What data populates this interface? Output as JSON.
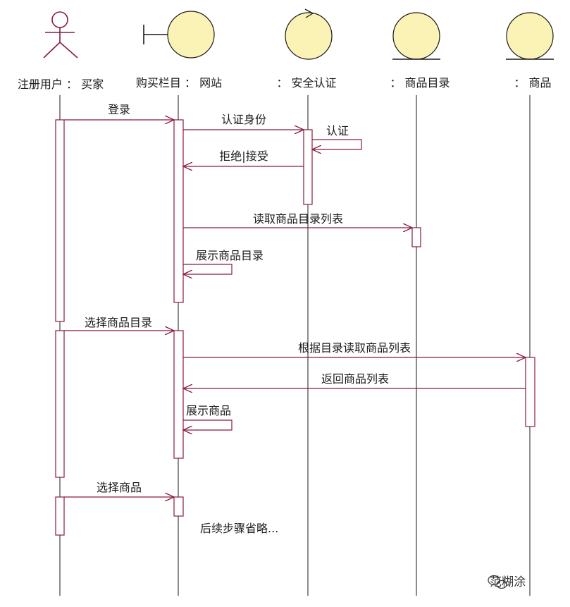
{
  "participants": [
    {
      "label": "注册用户 ： 买家",
      "kind": "actor"
    },
    {
      "label": "购买栏目 ： 网站",
      "kind": "boundary"
    },
    {
      "label": "： 安全认证",
      "kind": "control"
    },
    {
      "label": "： 商品目录",
      "kind": "entity"
    },
    {
      "label": "： 商品",
      "kind": "entity"
    }
  ],
  "messages": [
    {
      "label": "登录"
    },
    {
      "label": "认证身份"
    },
    {
      "label": "认证"
    },
    {
      "label": "拒绝|接受"
    },
    {
      "label": "读取商品目录列表"
    },
    {
      "label": "展示商品目录"
    },
    {
      "label": "选择商品目录"
    },
    {
      "label": "根据目录读取商品列表"
    },
    {
      "label": "返回商品列表"
    },
    {
      "label": "展示商品"
    },
    {
      "label": "选择商品"
    }
  ],
  "note": "后续步骤省略...",
  "watermark": "范糊涂",
  "colors": {
    "message_line": "#8b1a3a",
    "object_fill": "#fbf3b5"
  },
  "icons": [
    "actor-icon",
    "boundary-icon",
    "control-icon",
    "entity-icon",
    "wechat-icon"
  ]
}
